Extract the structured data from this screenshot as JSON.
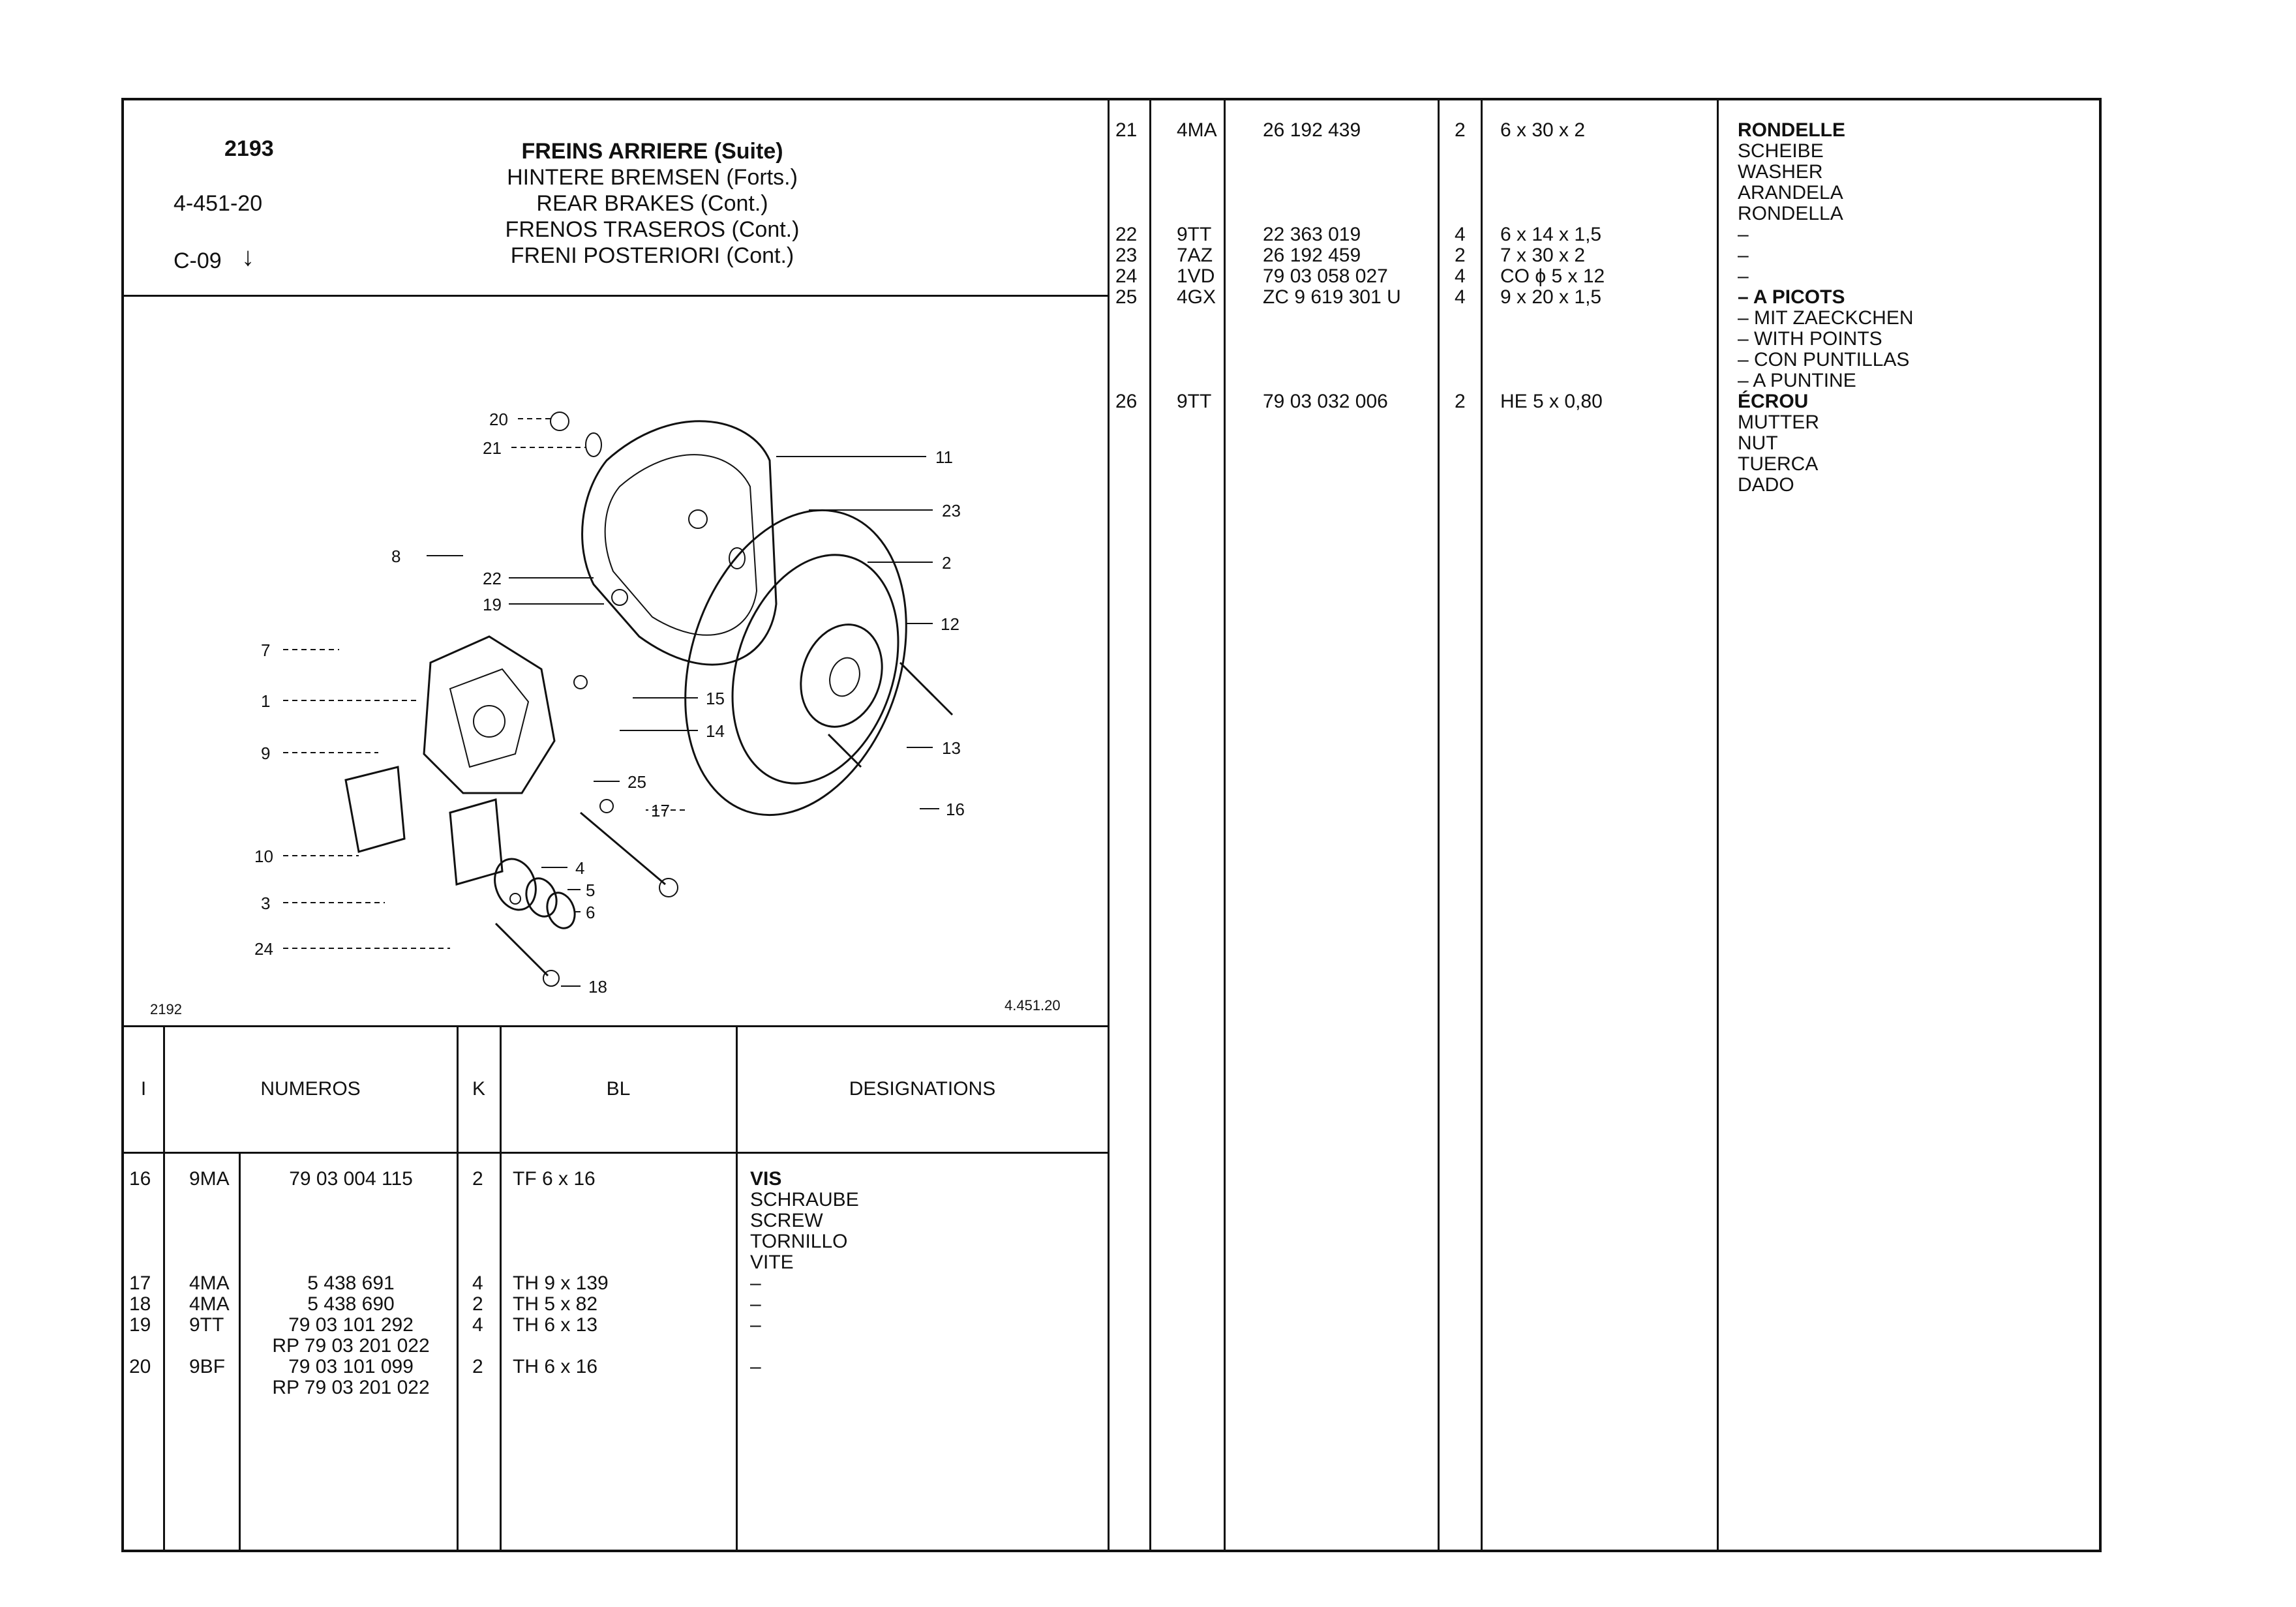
{
  "header": {
    "ref_number": "2193",
    "section_code": "4-451-20",
    "sub_code": "C-09",
    "arrow": "↓",
    "titles": [
      "FREINS ARRIERE (Suite)",
      "HINTERE BREMSEN (Forts.)",
      "REAR BRAKES (Cont.)",
      "FRENOS TRASEROS (Cont.)",
      "FRENI POSTERIORI (Cont.)"
    ]
  },
  "diagram": {
    "left_code": "2192",
    "right_code": "4.451.20",
    "callouts": [
      "20",
      "21",
      "11",
      "23",
      "2",
      "8",
      "22",
      "19",
      "7",
      "15",
      "14",
      "12",
      "13",
      "1",
      "9",
      "25",
      "16",
      "17",
      "4",
      "5",
      "6",
      "10",
      "3",
      "24",
      "18"
    ]
  },
  "table_header": {
    "index": "I",
    "numeros": "NUMEROS",
    "k": "K",
    "bl": "BL",
    "designations": "DESIGNATIONS"
  },
  "left_table": {
    "index": [
      "16",
      "",
      "",
      "",
      "",
      "17",
      "18",
      "19",
      "",
      "20",
      ""
    ],
    "supplier": [
      "9MA",
      "",
      "",
      "",
      "",
      "4MA",
      "4MA",
      "9TT",
      "",
      "9BF",
      ""
    ],
    "numbers": [
      "79 03 004 115",
      "",
      "",
      "",
      "",
      "5 438 691",
      "5 438 690",
      "79 03 101 292",
      "RP 79 03 201 022",
      "79 03 101 099",
      "RP 79 03 201 022"
    ],
    "qty": [
      "2",
      "",
      "",
      "",
      "",
      "4",
      "2",
      "4",
      "",
      "2",
      ""
    ],
    "dimension": [
      "TF 6 x 16",
      "",
      "",
      "",
      "",
      "TH 9 x 139",
      "TH 5 x 82",
      "TH 6 x 13",
      "",
      "TH 6 x 16",
      ""
    ],
    "designation": [
      "VIS",
      "SCHRAUBE",
      "SCREW",
      "TORNILLO",
      "VITE",
      "–",
      "–",
      "–",
      "",
      "–",
      ""
    ]
  },
  "right_table": {
    "index": [
      "21",
      "",
      "",
      "",
      "",
      "22",
      "23",
      "24",
      "25",
      "",
      "",
      "",
      "",
      "26",
      "",
      "",
      "",
      ""
    ],
    "supplier": [
      "4MA",
      "",
      "",
      "",
      "",
      "9TT",
      "7AZ",
      "1VD",
      "4GX",
      "",
      "",
      "",
      "",
      "9TT",
      "",
      "",
      "",
      ""
    ],
    "numbers": [
      "26 192 439",
      "",
      "",
      "",
      "",
      "22 363 019",
      "26 192 459",
      "79 03 058 027",
      "ZC 9 619 301 U",
      "",
      "",
      "",
      "",
      "79 03 032 006",
      "",
      "",
      "",
      ""
    ],
    "qty": [
      "2",
      "",
      "",
      "",
      "",
      "4",
      "2",
      "4",
      "4",
      "",
      "",
      "",
      "",
      "2",
      "",
      "",
      "",
      ""
    ],
    "dimension": [
      "6 x 30 x 2",
      "",
      "",
      "",
      "",
      "6 x 14 x 1,5",
      "7 x 30 x 2",
      "CO ϕ 5 x 12",
      "9 x 20 x 1,5",
      "",
      "",
      "",
      "",
      "HE 5 x 0,80",
      "",
      "",
      "",
      ""
    ],
    "designation": [
      "RONDELLE",
      "SCHEIBE",
      "WASHER",
      "ARANDELA",
      "RONDELLA",
      "–",
      "–",
      "–",
      "– A PICOTS",
      "– MIT ZAECKCHEN",
      "– WITH POINTS",
      "– CON PUNTILLAS",
      "– A PUNTINE",
      "ÉCROU",
      "MUTTER",
      "NUT",
      "TUERCA",
      "DADO"
    ]
  }
}
